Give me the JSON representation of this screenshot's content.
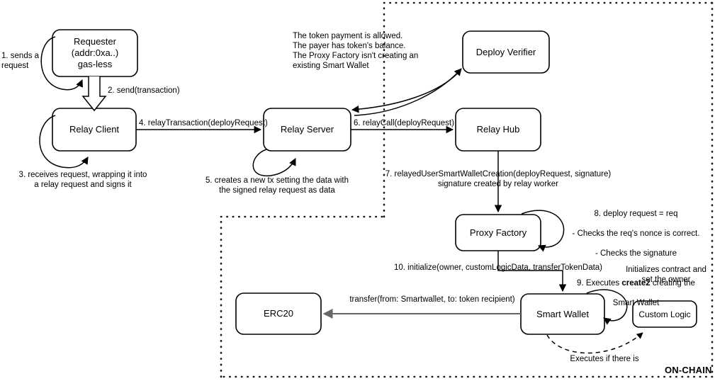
{
  "diagram": {
    "title_zone_label": "ON-CHAIN",
    "nodes": [
      {
        "id": "requester",
        "label": "Requester\n(addr:0xa..)\ngas-less"
      },
      {
        "id": "relay-client",
        "label": "Relay Client"
      },
      {
        "id": "relay-server",
        "label": "Relay Server"
      },
      {
        "id": "deploy-verifier",
        "label": "Deploy Verifier"
      },
      {
        "id": "relay-hub",
        "label": "Relay Hub"
      },
      {
        "id": "proxy-factory",
        "label": "Proxy Factory"
      },
      {
        "id": "smart-wallet",
        "label": "Smart Wallet"
      },
      {
        "id": "custom-logic",
        "label": "Custom Logic"
      },
      {
        "id": "erc20",
        "label": "ERC20"
      }
    ],
    "edge_labels": {
      "step1": "1. sends a\nrequest",
      "step2": "2. send(transaction)",
      "step3": "3. receives request, wrapping it into\na relay request and signs it",
      "step4": "4. relayTransaction(deployRequest)",
      "step5": "5. creates a new tx setting the data with\nthe signed relay request as data",
      "step6": "6. relayCall(deployRequest)",
      "step7": "7. relayedUserSmartWalletCreation(deployRequest, signature)\nsignature created by relay worker",
      "verifier_notes": "The token payment is allowed.\nThe payer has token's balance.\nThe Proxy Factory isn't creating an\nexisting Smart Wallet",
      "step8_9_line1": "8. deploy request = req",
      "step8_9_line2": "- Checks the req's nonce is correct.",
      "step8_9_line3": "- Checks the signature",
      "step8_9_line4_pre": "9. Executes ",
      "step8_9_line4_bold": "create2",
      "step8_9_line4_post": " creating the",
      "step8_9_line5": "Smart Wallet",
      "step10": "10. initialize(owner, customLogicData, transferTokenData)",
      "transfer": "transfer(from: Smartwallet, to: token recipient)",
      "initializes": "Initializes contract and\nset the owner",
      "executes_if": "Executes if there is"
    },
    "colors": {
      "stroke": "#000000",
      "gray_arrow": "#666666",
      "background": "#ffffff",
      "text": "#000000"
    }
  }
}
